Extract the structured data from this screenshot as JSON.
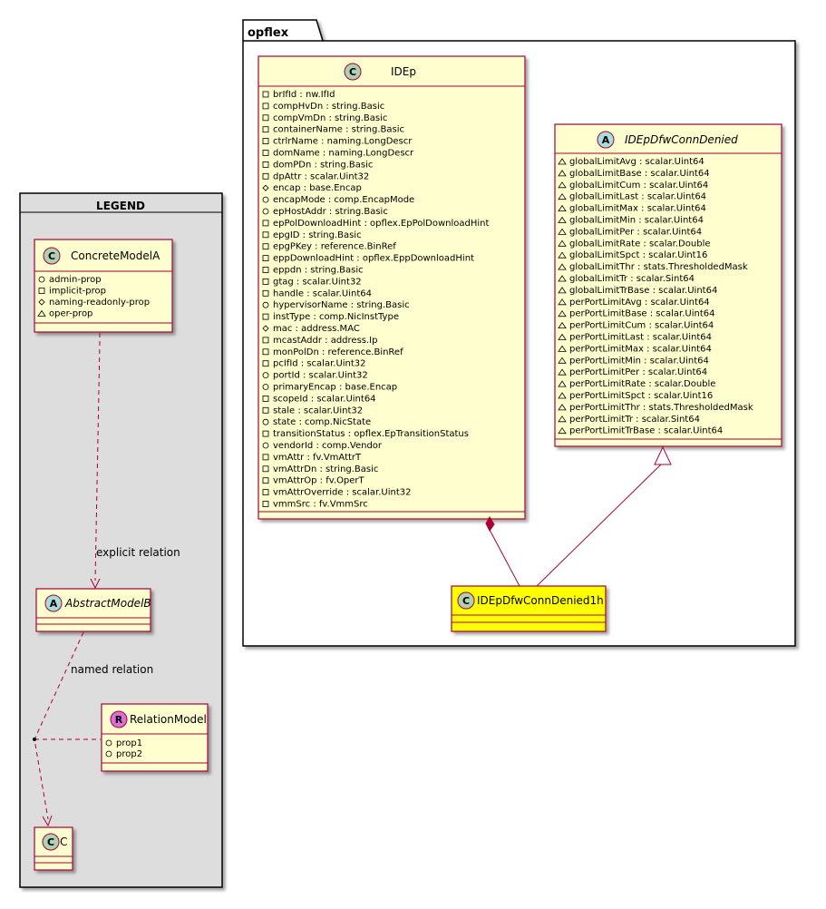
{
  "colors": {
    "class_fill": "#FEFECE",
    "class_border": "#A80036",
    "highlight_fill": "#FFFF00",
    "legend_fill": "#DDDDDD",
    "circle_class": "#ADD1B2",
    "circle_abstract": "#A9DCDF",
    "circle_relation": "#DA70D6"
  },
  "package": {
    "title": "opflex"
  },
  "legend": {
    "title": "LEGEND",
    "concrete": {
      "name": "ConcreteModelA",
      "stereotype": "C",
      "attrs": [
        {
          "vis": "+",
          "text": "admin-prop"
        },
        {
          "vis": "-",
          "text": "implicit-prop"
        },
        {
          "vis": "#",
          "text": "naming-readonly-prop"
        },
        {
          "vis": "~",
          "text": "oper-prop"
        }
      ]
    },
    "abstract": {
      "name": "AbstractModelB",
      "stereotype": "A"
    },
    "relation": {
      "name": "RelationModel",
      "stereotype": "R",
      "attrs": [
        {
          "vis": "+",
          "text": "prop1"
        },
        {
          "vis": "+",
          "text": "prop2"
        }
      ]
    },
    "target": {
      "name": "C",
      "stereotype": "C"
    },
    "explicit_label": "explicit relation",
    "named_label": "named relation"
  },
  "classes": {
    "idep": {
      "name": "IDEp",
      "stereotype": "C",
      "attrs": [
        {
          "vis": "-",
          "text": "brIfId : nw.IfId"
        },
        {
          "vis": "-",
          "text": "compHvDn : string.Basic"
        },
        {
          "vis": "-",
          "text": "compVmDn : string.Basic"
        },
        {
          "vis": "-",
          "text": "containerName : string.Basic"
        },
        {
          "vis": "-",
          "text": "ctrlrName : naming.LongDescr"
        },
        {
          "vis": "-",
          "text": "domName : naming.LongDescr"
        },
        {
          "vis": "-",
          "text": "domPDn : string.Basic"
        },
        {
          "vis": "-",
          "text": "dpAttr : scalar.Uint32"
        },
        {
          "vis": "#",
          "text": "encap : base.Encap"
        },
        {
          "vis": "+",
          "text": "encapMode : comp.EncapMode"
        },
        {
          "vis": "+",
          "text": "epHostAddr : string.Basic"
        },
        {
          "vis": "-",
          "text": "epPolDownloadHint : opflex.EpPolDownloadHint"
        },
        {
          "vis": "-",
          "text": "epgID : string.Basic"
        },
        {
          "vis": "-",
          "text": "epgPKey : reference.BinRef"
        },
        {
          "vis": "-",
          "text": "eppDownloadHint : opflex.EppDownloadHint"
        },
        {
          "vis": "-",
          "text": "eppdn : string.Basic"
        },
        {
          "vis": "-",
          "text": "gtag : scalar.Uint32"
        },
        {
          "vis": "-",
          "text": "handle : scalar.Uint64"
        },
        {
          "vis": "+",
          "text": "hypervisorName : string.Basic"
        },
        {
          "vis": "-",
          "text": "instType : comp.NicInstType"
        },
        {
          "vis": "#",
          "text": "mac : address.MAC"
        },
        {
          "vis": "-",
          "text": "mcastAddr : address.Ip"
        },
        {
          "vis": "-",
          "text": "monPolDn : reference.BinRef"
        },
        {
          "vis": "-",
          "text": "pcIfId : scalar.Uint32"
        },
        {
          "vis": "+",
          "text": "portId : scalar.Uint32"
        },
        {
          "vis": "+",
          "text": "primaryEncap : base.Encap"
        },
        {
          "vis": "-",
          "text": "scopeId : scalar.Uint64"
        },
        {
          "vis": "-",
          "text": "stale : scalar.Uint32"
        },
        {
          "vis": "+",
          "text": "state : comp.NicState"
        },
        {
          "vis": "-",
          "text": "transitionStatus : opflex.EpTransitionStatus"
        },
        {
          "vis": "+",
          "text": "vendorId : comp.Vendor"
        },
        {
          "vis": "-",
          "text": "vmAttr : fv.VmAttrT"
        },
        {
          "vis": "-",
          "text": "vmAttrDn : string.Basic"
        },
        {
          "vis": "-",
          "text": "vmAttrOp : fv.OperT"
        },
        {
          "vis": "-",
          "text": "vmAttrOverride : scalar.Uint32"
        },
        {
          "vis": "-",
          "text": "vmmSrc : fv.VmmSrc"
        }
      ]
    },
    "denied": {
      "name": "IDEpDfwConnDenied",
      "stereotype": "A",
      "attrs": [
        {
          "vis": "~",
          "text": "globalLimitAvg : scalar.Uint64"
        },
        {
          "vis": "~",
          "text": "globalLimitBase : scalar.Uint64"
        },
        {
          "vis": "~",
          "text": "globalLimitCum : scalar.Uint64"
        },
        {
          "vis": "~",
          "text": "globalLimitLast : scalar.Uint64"
        },
        {
          "vis": "~",
          "text": "globalLimitMax : scalar.Uint64"
        },
        {
          "vis": "~",
          "text": "globalLimitMin : scalar.Uint64"
        },
        {
          "vis": "~",
          "text": "globalLimitPer : scalar.Uint64"
        },
        {
          "vis": "~",
          "text": "globalLimitRate : scalar.Double"
        },
        {
          "vis": "~",
          "text": "globalLimitSpct : scalar.Uint16"
        },
        {
          "vis": "~",
          "text": "globalLimitThr : stats.ThresholdedMask"
        },
        {
          "vis": "~",
          "text": "globalLimitTr : scalar.Sint64"
        },
        {
          "vis": "~",
          "text": "globalLimitTrBase : scalar.Uint64"
        },
        {
          "vis": "~",
          "text": "perPortLimitAvg : scalar.Uint64"
        },
        {
          "vis": "~",
          "text": "perPortLimitBase : scalar.Uint64"
        },
        {
          "vis": "~",
          "text": "perPortLimitCum : scalar.Uint64"
        },
        {
          "vis": "~",
          "text": "perPortLimitLast : scalar.Uint64"
        },
        {
          "vis": "~",
          "text": "perPortLimitMax : scalar.Uint64"
        },
        {
          "vis": "~",
          "text": "perPortLimitMin : scalar.Uint64"
        },
        {
          "vis": "~",
          "text": "perPortLimitPer : scalar.Uint64"
        },
        {
          "vis": "~",
          "text": "perPortLimitRate : scalar.Double"
        },
        {
          "vis": "~",
          "text": "perPortLimitSpct : scalar.Uint16"
        },
        {
          "vis": "~",
          "text": "perPortLimitThr : stats.ThresholdedMask"
        },
        {
          "vis": "~",
          "text": "perPortLimitTr : scalar.Sint64"
        },
        {
          "vis": "~",
          "text": "perPortLimitTrBase : scalar.Uint64"
        }
      ]
    },
    "denied1h": {
      "name": "IDEpDfwConnDenied1h",
      "stereotype": "C"
    }
  }
}
